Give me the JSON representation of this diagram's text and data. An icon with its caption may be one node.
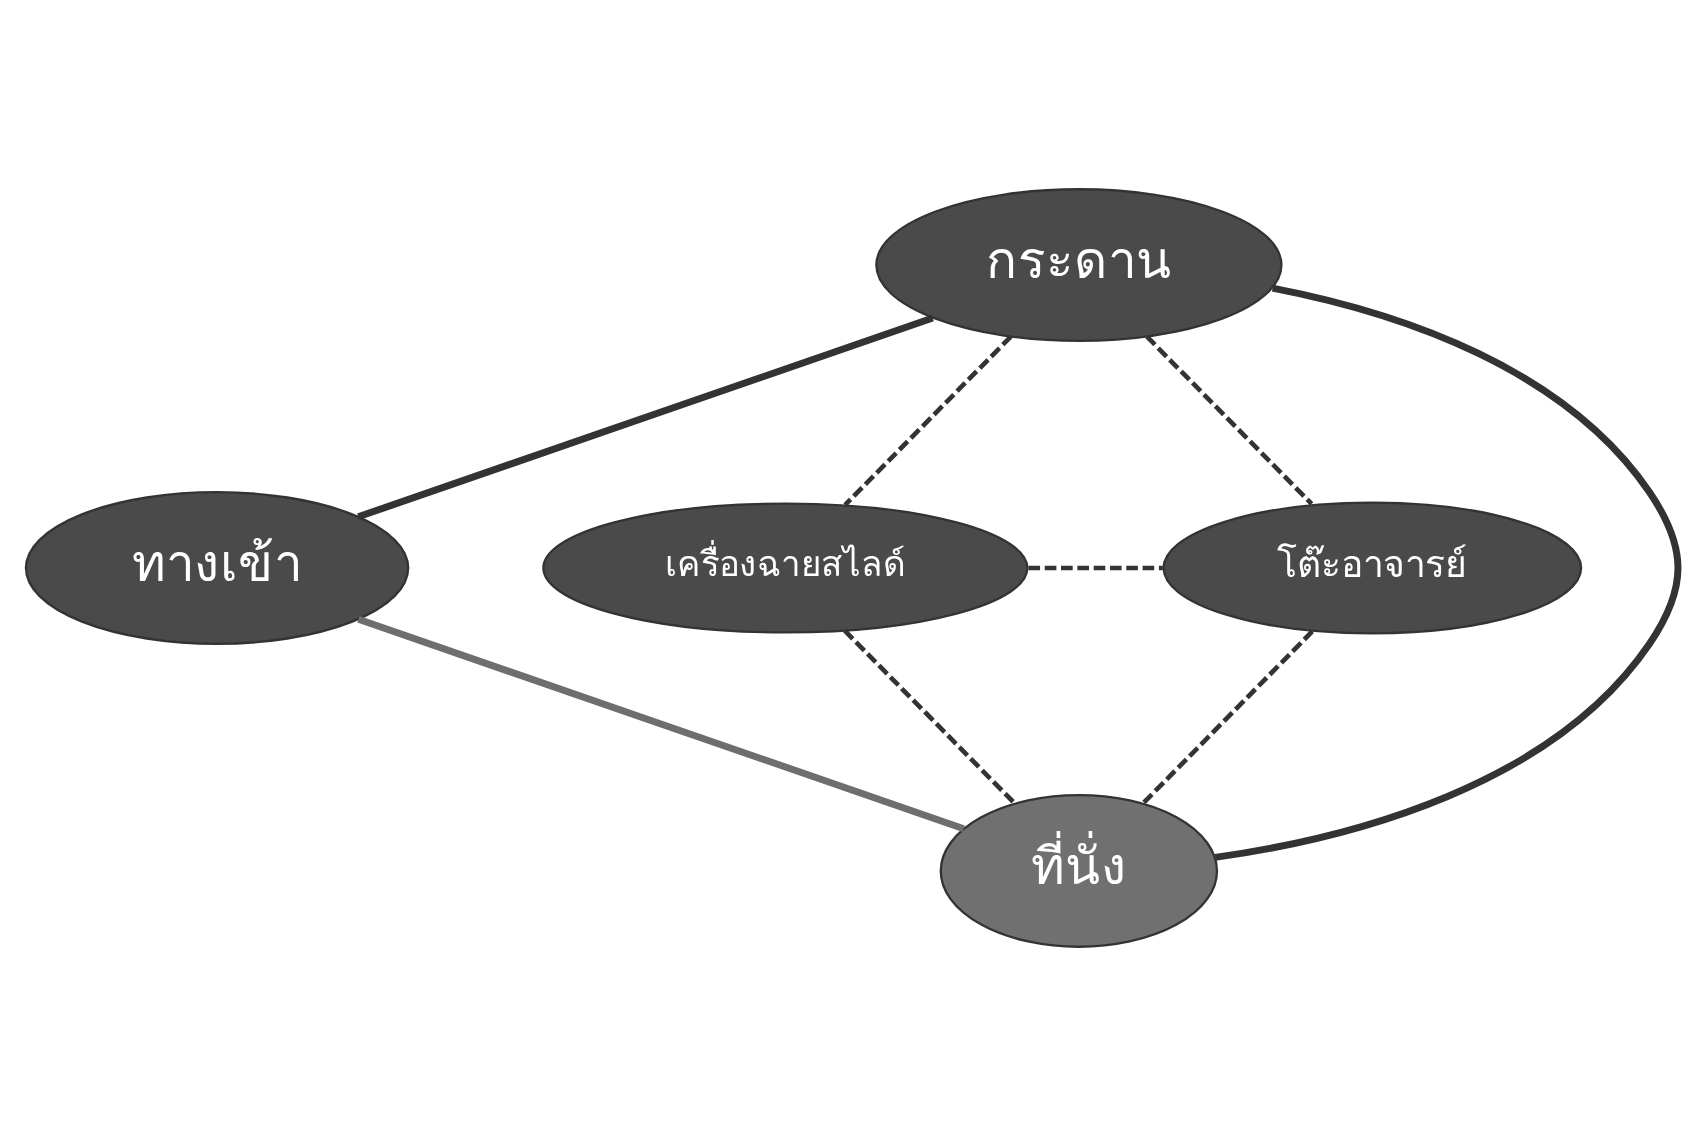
{
  "diagram": {
    "nodes": [
      {
        "text": [
          "กระดาน"
        ]
      },
      {
        "text": [
          "โต๊ะอาจารย์"
        ]
      },
      {
        "text": [
          "ทางเข้า"
        ]
      },
      {
        "text": [
          "เครื่องฉายสไลด์"
        ]
      },
      {
        "text": [
          "ที่นั่ง"
        ]
      }
    ],
    "edges": [
      {
        "from": 0,
        "to": 1,
        "arrow": "none",
        "style": "dashed"
      },
      {
        "from": 0,
        "to": 2,
        "arrow": "none"
      },
      {
        "from": 0,
        "to": 4,
        "arrow": "none"
      },
      {
        "from": 0,
        "to": 3,
        "arrow": "none",
        "style": "dashed"
      },
      {
        "from": 3,
        "to": 1,
        "arrow": "none",
        "style": "dashed"
      },
      {
        "from": 2,
        "to": 4,
        "arrow": "none",
        "color": "#6e6e6e"
      },
      {
        "from": 3,
        "to": 4,
        "arrow": "none",
        "style": "dashed"
      },
      {
        "from": 1,
        "to": 4,
        "arrow": "none",
        "style": "dashed"
      }
    ]
  }
}
